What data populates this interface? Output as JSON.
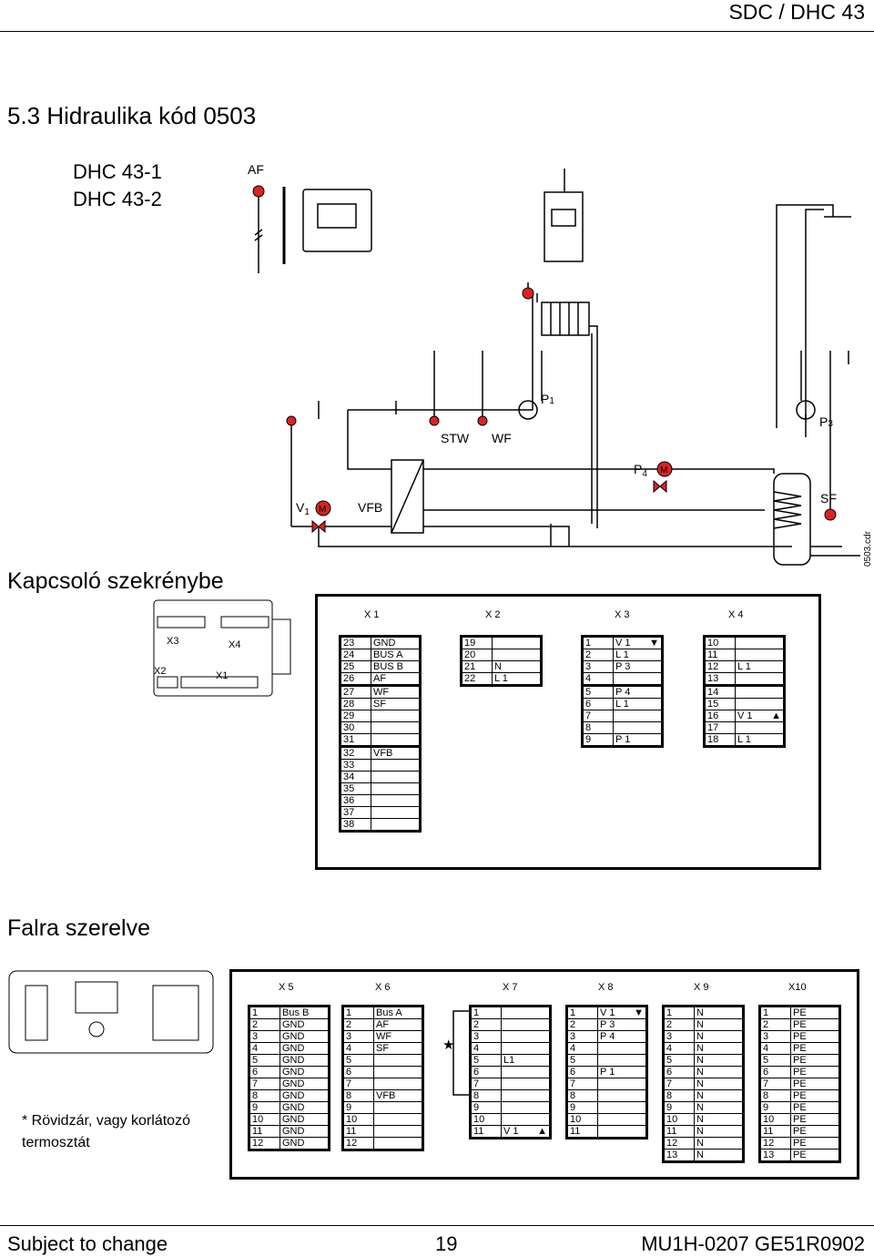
{
  "header": {
    "title": "SDC / DHC 43"
  },
  "section_title": "5.3   Hidraulika kód 0503",
  "models": [
    "DHC 43-1",
    "DHC 43-2"
  ],
  "schematic": {
    "labels": {
      "af": "AF",
      "stw": "STW",
      "wf": "WF",
      "p1": "P",
      "p1_sub": "1",
      "p3": "P",
      "p3_sub": "3",
      "p4": "P",
      "p4_sub": "4",
      "v1": "V",
      "v1_sub": "1",
      "vfb": "VFB",
      "sf": "SF",
      "m": "M",
      "file": "0503.cdr"
    }
  },
  "cabinet": {
    "title": "Kapcsoló szekrénybe",
    "device_labels": {
      "x1": "X1",
      "x2": "X2",
      "x3": "X3",
      "x4": "X4"
    },
    "headers": [
      "X 1",
      "X 2",
      "X 3",
      "X 4"
    ],
    "x1": [
      [
        "23",
        "GND"
      ],
      [
        "24",
        "BUS A"
      ],
      [
        "25",
        "BUS B"
      ],
      [
        "26",
        "AF"
      ],
      [
        "27",
        "WF"
      ],
      [
        "28",
        "SF"
      ],
      [
        "29",
        ""
      ],
      [
        "30",
        ""
      ],
      [
        "31",
        ""
      ],
      [
        "32",
        "VFB"
      ],
      [
        "33",
        ""
      ],
      [
        "34",
        ""
      ],
      [
        "35",
        ""
      ],
      [
        "36",
        ""
      ],
      [
        "37",
        ""
      ],
      [
        "38",
        ""
      ]
    ],
    "x2": [
      [
        "19",
        ""
      ],
      [
        "20",
        ""
      ],
      [
        "21",
        "N"
      ],
      [
        "22",
        "L 1"
      ]
    ],
    "x3": [
      [
        "1",
        "V 1"
      ],
      [
        "2",
        "L 1"
      ],
      [
        "3",
        "P 3"
      ],
      [
        "4",
        ""
      ],
      [
        "5",
        "P 4"
      ],
      [
        "6",
        "L 1"
      ],
      [
        "7",
        ""
      ],
      [
        "8",
        ""
      ],
      [
        "9",
        "P 1"
      ]
    ],
    "x4": [
      [
        "10",
        ""
      ],
      [
        "11",
        ""
      ],
      [
        "12",
        "L 1"
      ],
      [
        "13",
        ""
      ],
      [
        "14",
        ""
      ],
      [
        "15",
        ""
      ],
      [
        "16",
        "V 1"
      ],
      [
        "17",
        ""
      ],
      [
        "18",
        "L 1"
      ]
    ]
  },
  "wall": {
    "title": "Falra szerelve",
    "headers": [
      "X 5",
      "X 6",
      "X 7",
      "X 8",
      "X 9",
      "X10"
    ],
    "x5": [
      [
        "1",
        "Bus B"
      ],
      [
        "2",
        "GND"
      ],
      [
        "3",
        "GND"
      ],
      [
        "4",
        "GND"
      ],
      [
        "5",
        "GND"
      ],
      [
        "6",
        "GND"
      ],
      [
        "7",
        "GND"
      ],
      [
        "8",
        "GND"
      ],
      [
        "9",
        "GND"
      ],
      [
        "10",
        "GND"
      ],
      [
        "11",
        "GND"
      ],
      [
        "12",
        "GND"
      ]
    ],
    "x6": [
      [
        "1",
        "Bus A"
      ],
      [
        "2",
        "AF"
      ],
      [
        "3",
        "WF"
      ],
      [
        "4",
        "SF"
      ],
      [
        "5",
        ""
      ],
      [
        "6",
        ""
      ],
      [
        "7",
        ""
      ],
      [
        "8",
        "VFB"
      ],
      [
        "9",
        ""
      ],
      [
        "10",
        ""
      ],
      [
        "11",
        ""
      ],
      [
        "12",
        ""
      ]
    ],
    "x7": [
      [
        "1",
        ""
      ],
      [
        "2",
        ""
      ],
      [
        "3",
        ""
      ],
      [
        "4",
        ""
      ],
      [
        "5",
        "L1"
      ],
      [
        "6",
        ""
      ],
      [
        "7",
        ""
      ],
      [
        "8",
        ""
      ],
      [
        "9",
        ""
      ],
      [
        "10",
        ""
      ],
      [
        "11",
        "V 1"
      ]
    ],
    "x8": [
      [
        "1",
        "V 1"
      ],
      [
        "2",
        "P 3"
      ],
      [
        "3",
        "P 4"
      ],
      [
        "4",
        ""
      ],
      [
        "5",
        ""
      ],
      [
        "6",
        "P 1"
      ],
      [
        "7",
        ""
      ],
      [
        "8",
        ""
      ],
      [
        "9",
        ""
      ],
      [
        "10",
        ""
      ],
      [
        "11",
        ""
      ]
    ],
    "x9": [
      [
        "1",
        "N"
      ],
      [
        "2",
        "N"
      ],
      [
        "3",
        "N"
      ],
      [
        "4",
        "N"
      ],
      [
        "5",
        "N"
      ],
      [
        "6",
        "N"
      ],
      [
        "7",
        "N"
      ],
      [
        "8",
        "N"
      ],
      [
        "9",
        "N"
      ],
      [
        "10",
        "N"
      ],
      [
        "11",
        "N"
      ],
      [
        "12",
        "N"
      ],
      [
        "13",
        "N"
      ]
    ],
    "x10": [
      [
        "1",
        "PE"
      ],
      [
        "2",
        "PE"
      ],
      [
        "3",
        "PE"
      ],
      [
        "4",
        "PE"
      ],
      [
        "5",
        "PE"
      ],
      [
        "6",
        "PE"
      ],
      [
        "7",
        "PE"
      ],
      [
        "8",
        "PE"
      ],
      [
        "9",
        "PE"
      ],
      [
        "10",
        "PE"
      ],
      [
        "11",
        "PE"
      ],
      [
        "12",
        "PE"
      ],
      [
        "13",
        "PE"
      ]
    ],
    "note_line1": "* Rövidzár, vagy korlátozó",
    "note_line2": "termosztát",
    "star": "★"
  },
  "footer": {
    "left": "Subject to change",
    "page": "19",
    "right": "MU1H-0207 GE51R0902"
  }
}
